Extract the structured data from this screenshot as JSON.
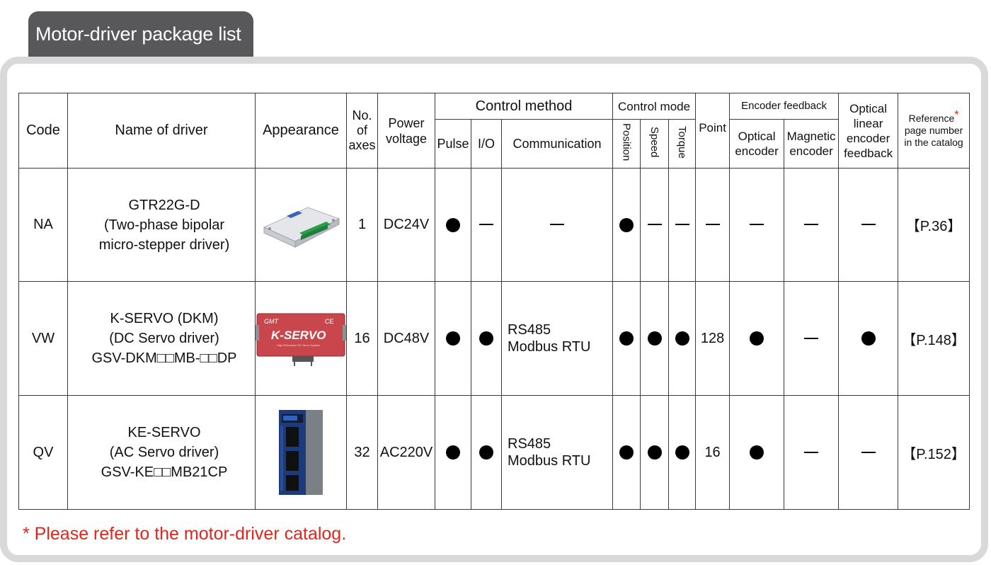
{
  "title": "Motor-driver package list",
  "headers": {
    "code": "Code",
    "name": "Name of driver",
    "appearance": "Appearance",
    "axes_l1": "No.",
    "axes_l2": "of",
    "axes_l3": "axes",
    "power_l1": "Power",
    "power_l2": "voltage",
    "control_method": "Control method",
    "pulse": "Pulse",
    "io": "I/O",
    "communication": "Communication",
    "control_mode": "Control mode",
    "position": "Position",
    "speed": "Speed",
    "torque": "Torque",
    "point": "Point",
    "encoder_feedback": "Encoder feedback",
    "optical_l1": "Optical",
    "optical_l2": "encoder",
    "magnetic_l1": "Magnetic",
    "magnetic_l2": "encoder",
    "linear_l1": "Optical",
    "linear_l2": "linear",
    "linear_l3": "encoder",
    "linear_l4": "feedback",
    "ref_l1": "Reference",
    "ref_star": "*",
    "ref_l2": "page number",
    "ref_l3": "in the catalog"
  },
  "rows": [
    {
      "code": "NA",
      "name_l1": "GTR22G-D",
      "name_l2": "(Two-phase bipolar",
      "name_l3": "micro-stepper driver)",
      "axes": "1",
      "voltage": "DC24V",
      "pulse": "dot",
      "io": "dash",
      "comm_l1": "",
      "comm_l2": "",
      "position": "dot",
      "speed": "dash",
      "torque": "dash",
      "point": "",
      "optical": "dash",
      "magnetic": "dash",
      "linear": "dash",
      "ref": "【P.36】"
    },
    {
      "code": "VW",
      "name_l1": "K-SERVO (DKM)",
      "name_l2": "(DC Servo driver)",
      "name_l3": "GSV-DKM□□MB-□□DP",
      "axes": "16",
      "voltage": "DC48V",
      "pulse": "dot",
      "io": "dot",
      "comm_l1": "RS485",
      "comm_l2": "Modbus RTU",
      "position": "dot",
      "speed": "dot",
      "torque": "dot",
      "point": "128",
      "optical": "dot",
      "magnetic": "dash",
      "linear": "dot",
      "ref": "【P.148】"
    },
    {
      "code": "QV",
      "name_l1": "KE-SERVO",
      "name_l2": "(AC Servo driver)",
      "name_l3": "GSV-KE□□MB21CP",
      "axes": "32",
      "voltage": "AC220V",
      "pulse": "dot",
      "io": "dot",
      "comm_l1": "RS485",
      "comm_l2": "Modbus RTU",
      "position": "dot",
      "speed": "dot",
      "torque": "dot",
      "point": "16",
      "optical": "dot",
      "magnetic": "dash",
      "linear": "dash",
      "ref": "【P.152】"
    }
  ],
  "images": {
    "kservo_logo": "K-SERVO",
    "kservo_brand": "GMT",
    "kservo_ce": "CE",
    "kservo_sub": "High Resolution DC Servo System"
  },
  "footnote": "* Please refer to the motor-driver catalog.",
  "colors": {
    "tab": "#58585a",
    "frame": "#d9d9da",
    "accent_red": "#e0261c",
    "kservo_red": "#c9464c"
  }
}
